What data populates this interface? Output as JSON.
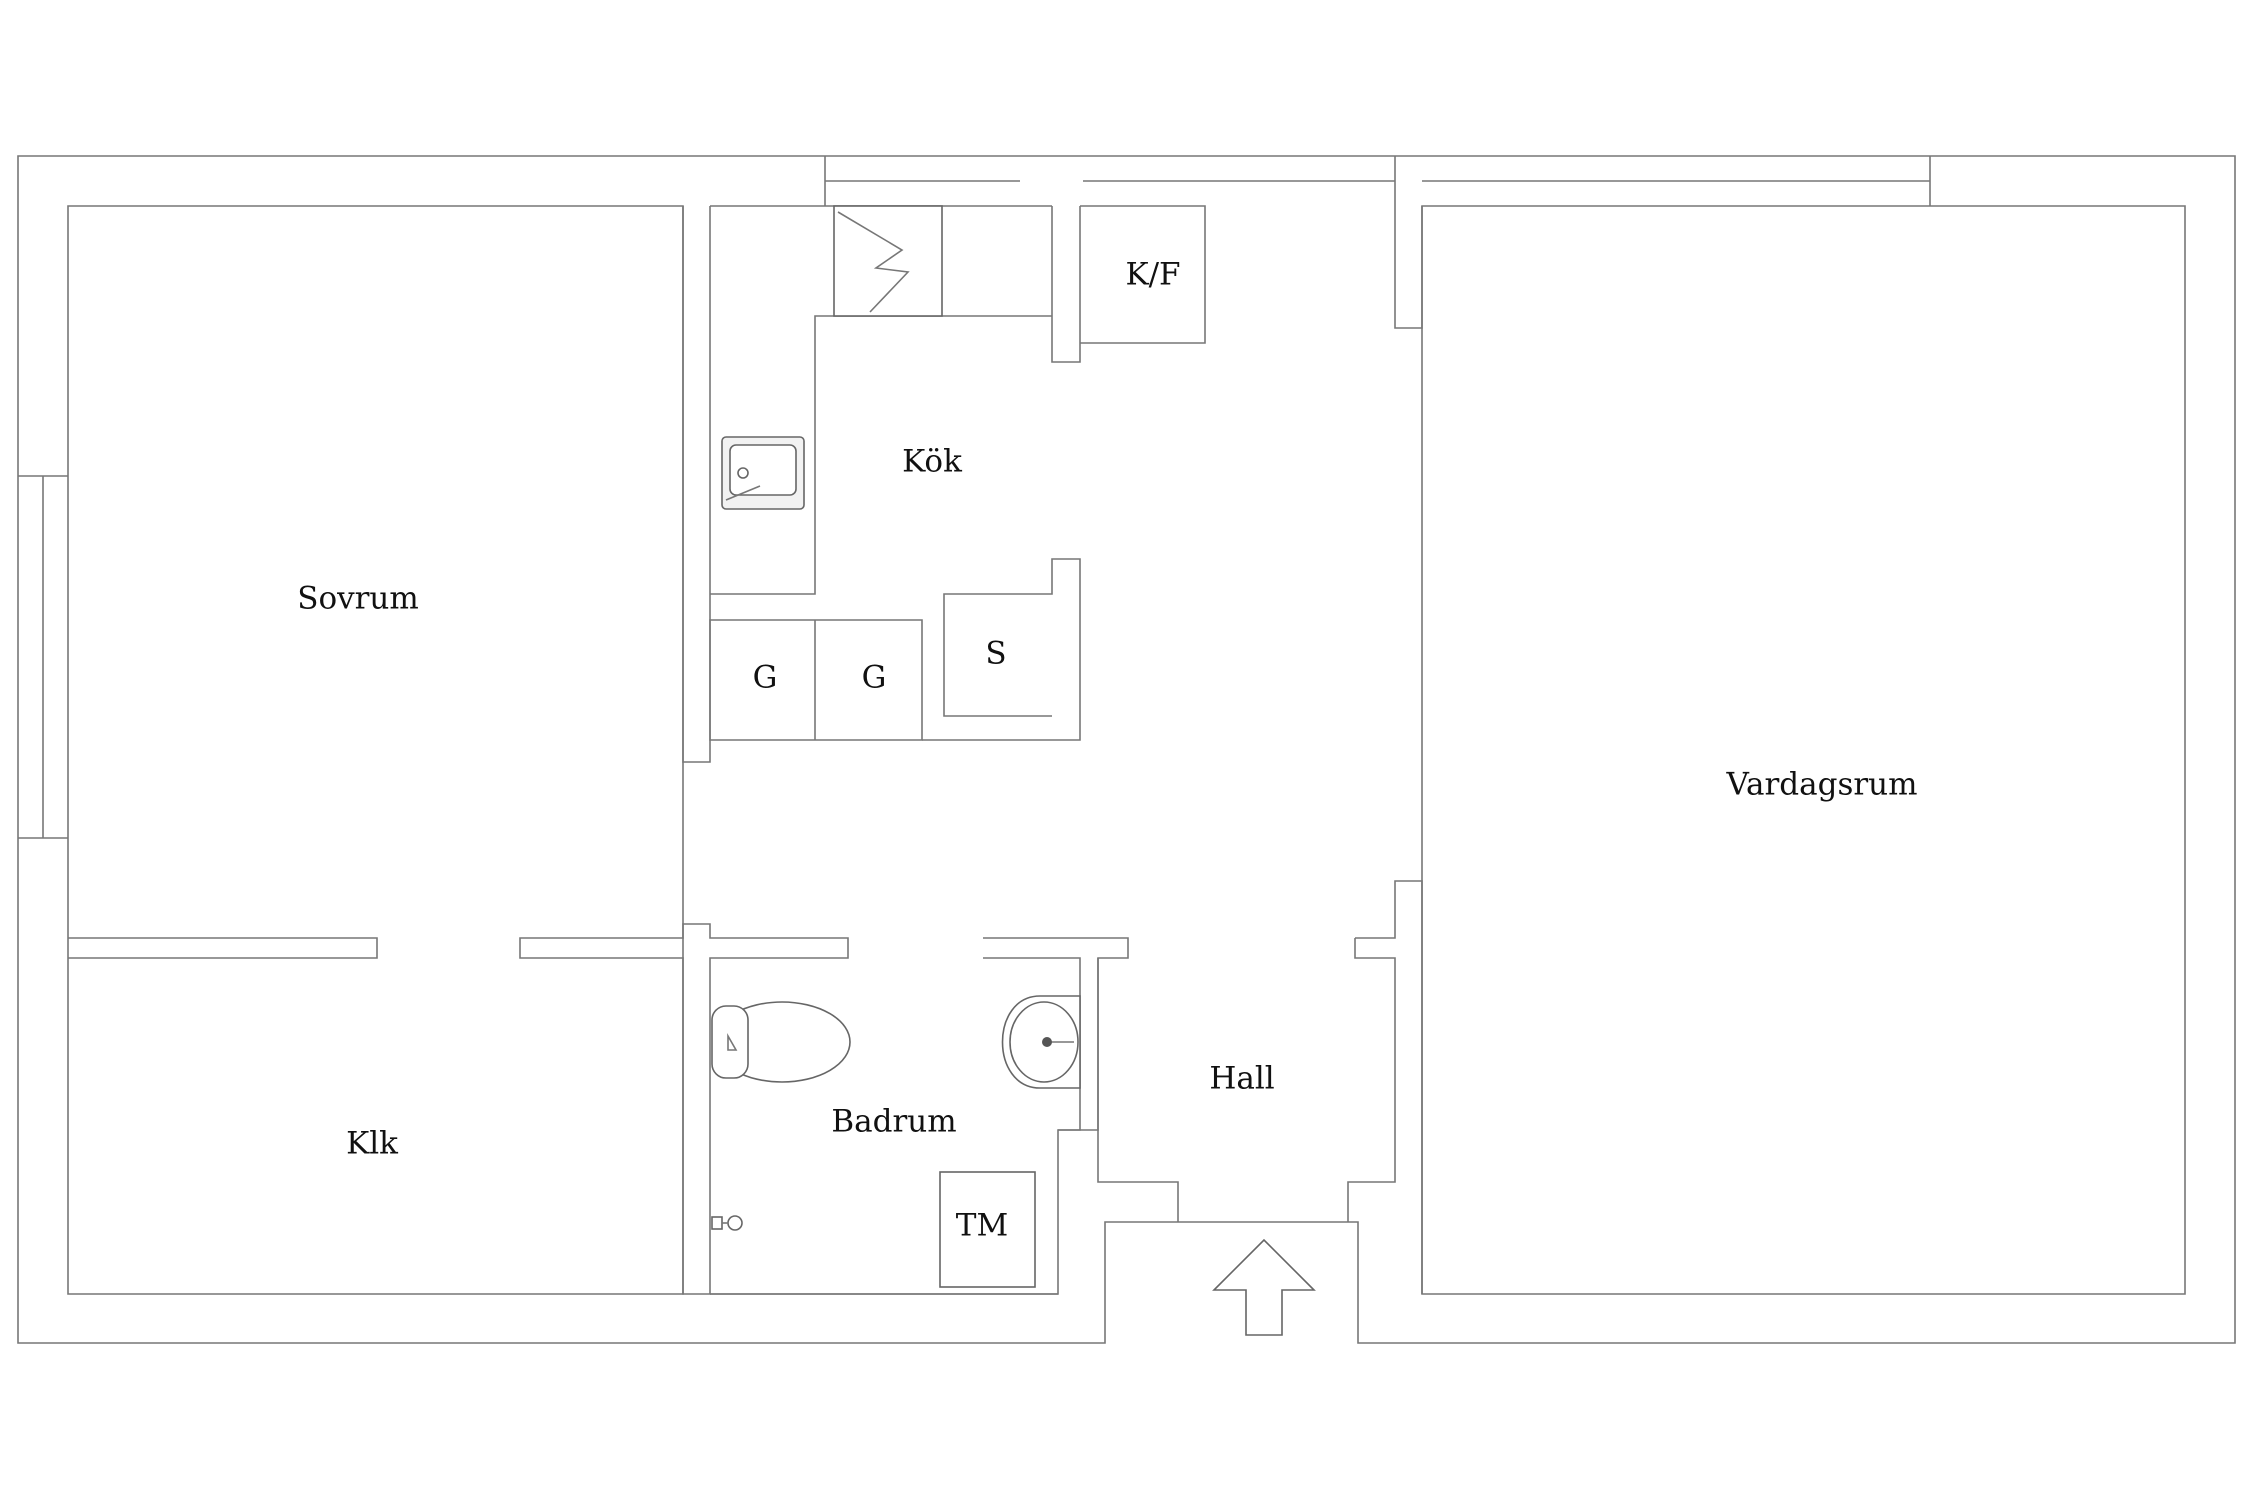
{
  "rooms": {
    "sovrum": "Sovrum",
    "kok": "Kök",
    "vardagsrum": "Vardagsrum",
    "klk": "Klk",
    "badrum": "Badrum",
    "hall": "Hall"
  },
  "fixtures": {
    "kf": "K/F",
    "g1": "G",
    "g2": "G",
    "s": "S",
    "tm": "TM"
  },
  "icons": [
    "stove-icon",
    "kitchen-sink-icon",
    "toilet-icon",
    "washbasin-icon",
    "floor-drain-icon",
    "entrance-arrow-icon"
  ]
}
